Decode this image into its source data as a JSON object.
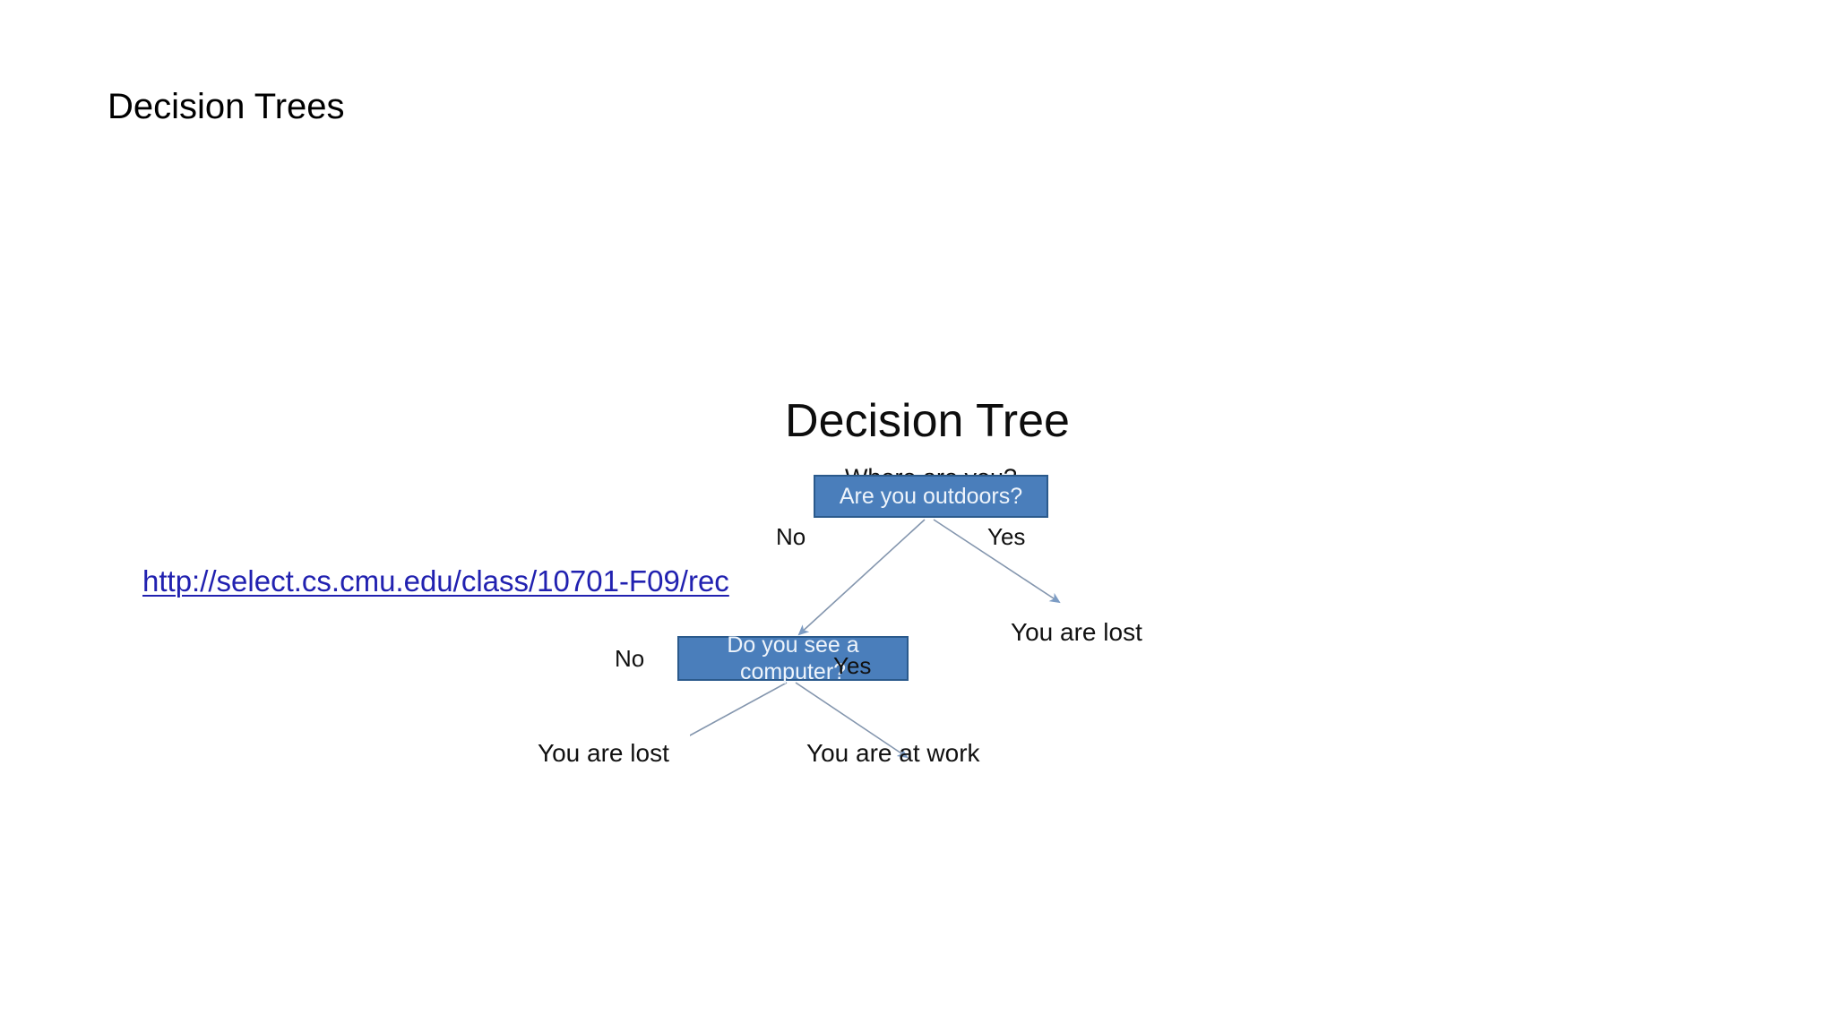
{
  "slide": {
    "title": "Decision Trees",
    "background_color": "#ffffff",
    "link": {
      "text": "http://select.cs.cmu.edu/class/10701-F09/rec",
      "color": "#2121b0"
    }
  },
  "figure": {
    "heading": "Decision Tree",
    "node_fill_color": "#4a7ebb",
    "node_border_color": "#2b5a8c",
    "node_text_color": "#eef4fb",
    "connector_color": "#8496ae",
    "arrowhead_color": "#7c9cc4",
    "root_question": "Where are you?",
    "nodes": [
      {
        "id": "root",
        "label": "Are you outdoors?",
        "type": "decision"
      },
      {
        "id": "computer",
        "label": "Do you see a computer?",
        "type": "decision"
      }
    ],
    "leaves": [
      {
        "id": "leaf-right",
        "label": "You are lost"
      },
      {
        "id": "leaf-bottom-left",
        "label": "You are lost"
      },
      {
        "id": "leaf-bottom-right",
        "label": "You are at work"
      }
    ],
    "edges": [
      {
        "from": "root",
        "to": "computer",
        "label": "No"
      },
      {
        "from": "root",
        "to": "leaf-right",
        "label": "Yes"
      },
      {
        "from": "computer",
        "to": "leaf-bottom-left",
        "label": "No"
      },
      {
        "from": "computer",
        "to": "leaf-bottom-right",
        "label": "Yes"
      }
    ]
  }
}
